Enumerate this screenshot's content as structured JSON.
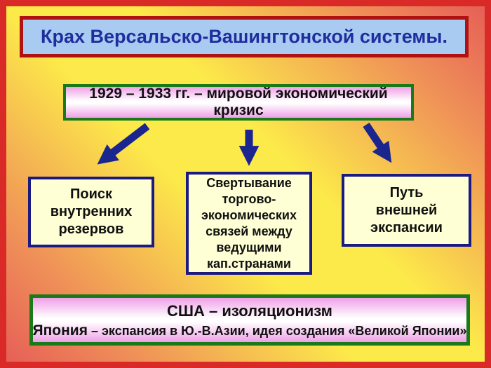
{
  "slide": {
    "title": "Крах Версальско-Вашингтонской системы.",
    "crisis": "1929 – 1933 гг. – мировой экономический кризис",
    "branches": [
      {
        "id": "internal-reserves",
        "label": "Поиск внутренних резервов"
      },
      {
        "id": "trade-curtailment",
        "label": "Свертывание торгово-экономических связей между ведущими кап.странами"
      },
      {
        "id": "external-expansion",
        "label": "Путь внешней экспансии"
      }
    ],
    "arrows": [
      "arrow-down-left",
      "arrow-down",
      "arrow-down-right"
    ],
    "conclusion": {
      "usa": "США – изоляционизм",
      "japan_label": "Япония",
      "japan_rest": "– экспансия в Ю.-В.Азии, идея создания «Великой Японии»"
    },
    "colors": {
      "frame_red": "#da2a28",
      "background_yellow": "#fce94a",
      "background_salmon": "#e65f57",
      "title_fill": "#a9cbf1",
      "title_border": "#b01212",
      "title_text": "#1f2e9e",
      "green_border": "#1a7a1a",
      "pink_fill": "#efa0e7",
      "navy_border": "#1a1a82",
      "cream_fill": "#ffffd6",
      "arrow_blue": "#1b2590",
      "text_black": "#101010"
    }
  }
}
